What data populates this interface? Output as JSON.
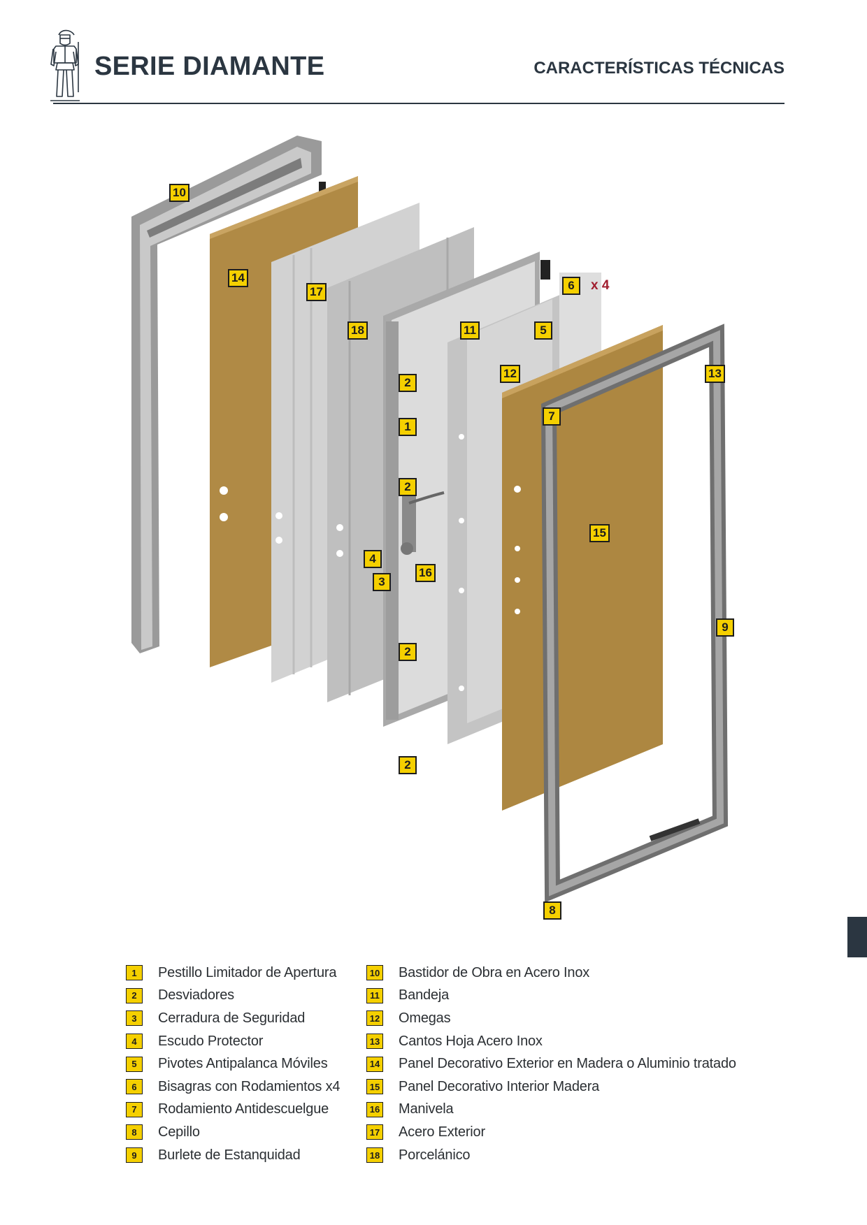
{
  "header": {
    "title": "SERIE DIAMANTE",
    "section": "CARACTERÍSTICAS TÉCNICAS",
    "logo_icon": "knight-armor-icon"
  },
  "diagram": {
    "callouts": [
      {
        "num": "10"
      },
      {
        "num": "14"
      },
      {
        "num": "17"
      },
      {
        "num": "18"
      },
      {
        "num": "11"
      },
      {
        "num": "5"
      },
      {
        "num": "6"
      },
      {
        "num": "12"
      },
      {
        "num": "13"
      },
      {
        "num": "2"
      },
      {
        "num": "1"
      },
      {
        "num": "7"
      },
      {
        "num": "2"
      },
      {
        "num": "15"
      },
      {
        "num": "4"
      },
      {
        "num": "16"
      },
      {
        "num": "3"
      },
      {
        "num": "9"
      },
      {
        "num": "2"
      },
      {
        "num": "2"
      },
      {
        "num": "8"
      }
    ],
    "multiplier": "x 4",
    "colors": {
      "wood": "#b08a45",
      "steel": "#c8c8c8",
      "frame": "#8a8a8a",
      "badge": "#f5d000",
      "accent": "#a01d2e"
    }
  },
  "legend": {
    "left": [
      {
        "num": "1",
        "label": "Pestillo Limitador de Apertura"
      },
      {
        "num": "2",
        "label": "Desviadores"
      },
      {
        "num": "3",
        "label": "Cerradura de Seguridad"
      },
      {
        "num": "4",
        "label": "Escudo Protector"
      },
      {
        "num": "5",
        "label": "Pivotes Antipalanca Móviles"
      },
      {
        "num": "6",
        "label": "Bisagras con Rodamientos x4"
      },
      {
        "num": "7",
        "label": "Rodamiento Antidescuelgue"
      },
      {
        "num": "8",
        "label": "Cepillo"
      },
      {
        "num": "9",
        "label": "Burlete de Estanquidad"
      }
    ],
    "right": [
      {
        "num": "10",
        "label": "Bastidor de Obra en Acero Inox"
      },
      {
        "num": "11",
        "label": "Bandeja"
      },
      {
        "num": "12",
        "label": "Omegas"
      },
      {
        "num": "13",
        "label": "Cantos Hoja Acero Inox"
      },
      {
        "num": "14",
        "label": "Panel Decorativo Exterior en Madera o Aluminio tratado"
      },
      {
        "num": "15",
        "label": "Panel Decorativo Interior Madera"
      },
      {
        "num": "16",
        "label": "Manivela"
      },
      {
        "num": "17",
        "label": "Acero Exterior"
      },
      {
        "num": "18",
        "label": "Porcelánico"
      }
    ]
  }
}
